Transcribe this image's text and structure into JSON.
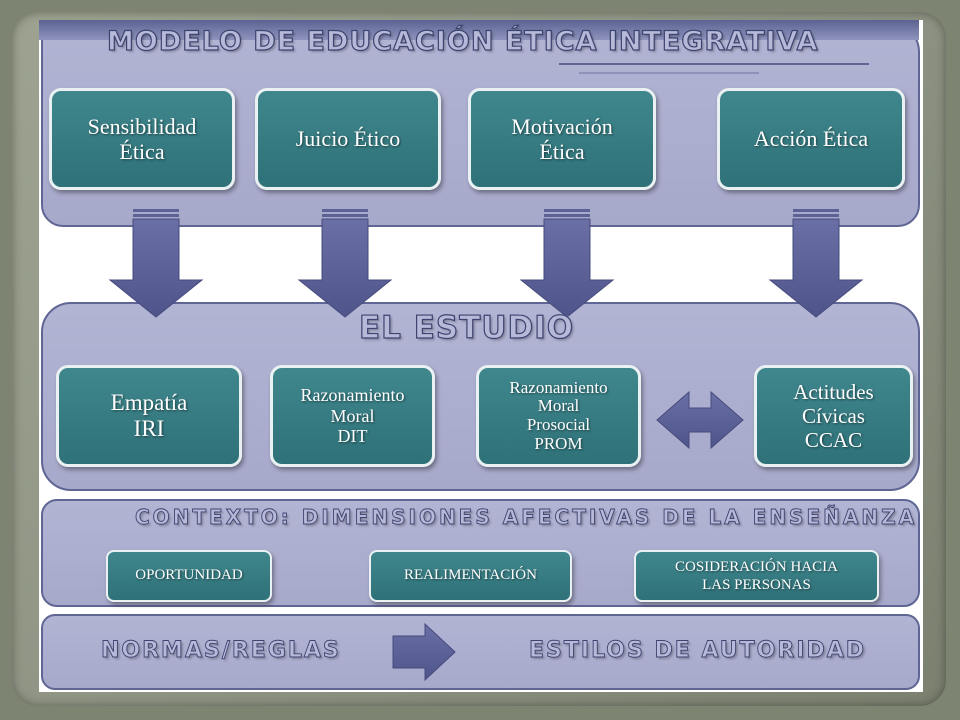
{
  "title": "MODELO  DE  EDUCACIÓN  ÉTICA INTEGRATIVA",
  "components": [
    {
      "label": "Sensibilidad\nÉtica"
    },
    {
      "label": "Juicio Ético"
    },
    {
      "label": "Motivación\nÉtica"
    },
    {
      "label": "Acción Ética"
    }
  ],
  "study": {
    "title": "EL ESTUDIO",
    "measures": [
      {
        "label": "Empatía\nIRI"
      },
      {
        "label": "Razonamiento\nMoral\nDIT"
      },
      {
        "label": "Razonamiento\nMoral\nProsocial\nPROM"
      },
      {
        "label": "Actitudes\nCívicas\nCCAC"
      }
    ]
  },
  "context": {
    "title": "CONTEXTO:  DIMENSIONES  AFECTIVAS  DE LA ENSEÑANZA",
    "items": [
      {
        "label": "OPORTUNIDAD"
      },
      {
        "label": "REALIMENTACIÓN"
      },
      {
        "label": "COSIDERACIÓN HACIA\nLAS PERSONAS"
      }
    ]
  },
  "bottom": {
    "left": "NORMAS/REGLAS",
    "right": "ESTILOS  DE AUTORIDAD"
  },
  "colors": {
    "panel": "#adafd0",
    "panel_border": "#5f6694",
    "box": "#347a80",
    "arrow": "#5c6196"
  }
}
